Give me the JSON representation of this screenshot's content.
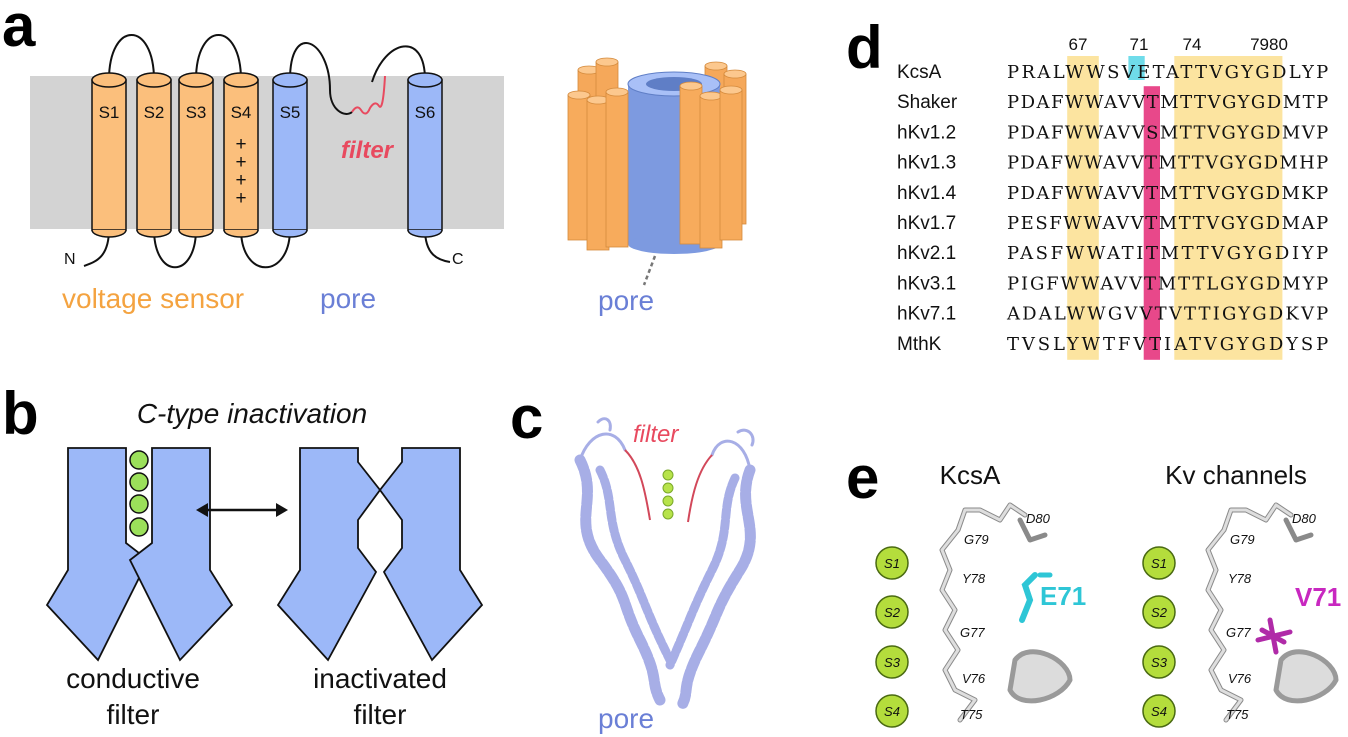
{
  "panels": {
    "a": {
      "letter": "a",
      "segments": [
        "S1",
        "S2",
        "S3",
        "S4",
        "S5",
        "S6"
      ],
      "plus": "+",
      "filter_label": "filter",
      "n_label": "N",
      "c_label": "C",
      "voltage_sensor_label": "voltage sensor",
      "pore_label": "pore",
      "pore3d_label": "pore"
    },
    "b": {
      "letter": "b",
      "title": "C-type inactivation",
      "conductive_line1": "conductive",
      "conductive_line2": "filter",
      "inactivated_line1": "inactivated",
      "inactivated_line2": "filter"
    },
    "c": {
      "letter": "c",
      "filter_label": "filter",
      "pore_label": "pore"
    },
    "d": {
      "letter": "d",
      "positions": [
        "67",
        "71",
        "74",
        "7980"
      ],
      "rows": [
        {
          "name": "KcsA",
          "seq": "PRALWWSVETATTVGYGDLYP"
        },
        {
          "name": "Shaker",
          "seq": "PDAFWWAVVTMTTVGYGDMTP"
        },
        {
          "name": "hKv1.2",
          "seq": "PDAFWWAVVSMTTVGYGDMVP"
        },
        {
          "name": "hKv1.3",
          "seq": "PDAFWWAVVTMTTVGYGDMHP"
        },
        {
          "name": "hKv1.4",
          "seq": "PDAFWWAVVTMTTVGYGDMKP"
        },
        {
          "name": "hKv1.7",
          "seq": "PESFWWAVVTMTTVGYGDMAP"
        },
        {
          "name": "hKv2.1",
          "seq": "PASFWWATITMTTVGYGDIYP"
        },
        {
          "name": "hKv3.1",
          "seq": "PIGFWWAVVTMTTLGYGDMYP"
        },
        {
          "name": "hKv7.1",
          "seq": "ADALWWGVVTVTTIGYGDKVP"
        },
        {
          "name": "MthK",
          "seq": "TVSLYWTFVTIATVGYGDYSP"
        }
      ],
      "colors": {
        "highlight": "#fce4a0",
        "pink": "#e8488a",
        "cyan": "#6fdcea"
      }
    },
    "e": {
      "letter": "e",
      "kcsa_title": "KcsA",
      "kv_title": "Kv channels",
      "sites": [
        "S1",
        "S2",
        "S3",
        "S4"
      ],
      "residues": [
        "D80",
        "G79",
        "Y78",
        "G77",
        "V76",
        "T75"
      ],
      "kcsa_residue": "E71",
      "kv_residue": "V71"
    }
  },
  "colors": {
    "orange": "#fbbf7c",
    "blue": "#9cb8f8",
    "membrane": "#d3d3d3",
    "filter_red": "#e84a5f",
    "voltage_text": "#f4a340",
    "pore_text": "#6a7fd6",
    "ion_green": "#9be05a",
    "ribbon": "#a7aee6"
  }
}
